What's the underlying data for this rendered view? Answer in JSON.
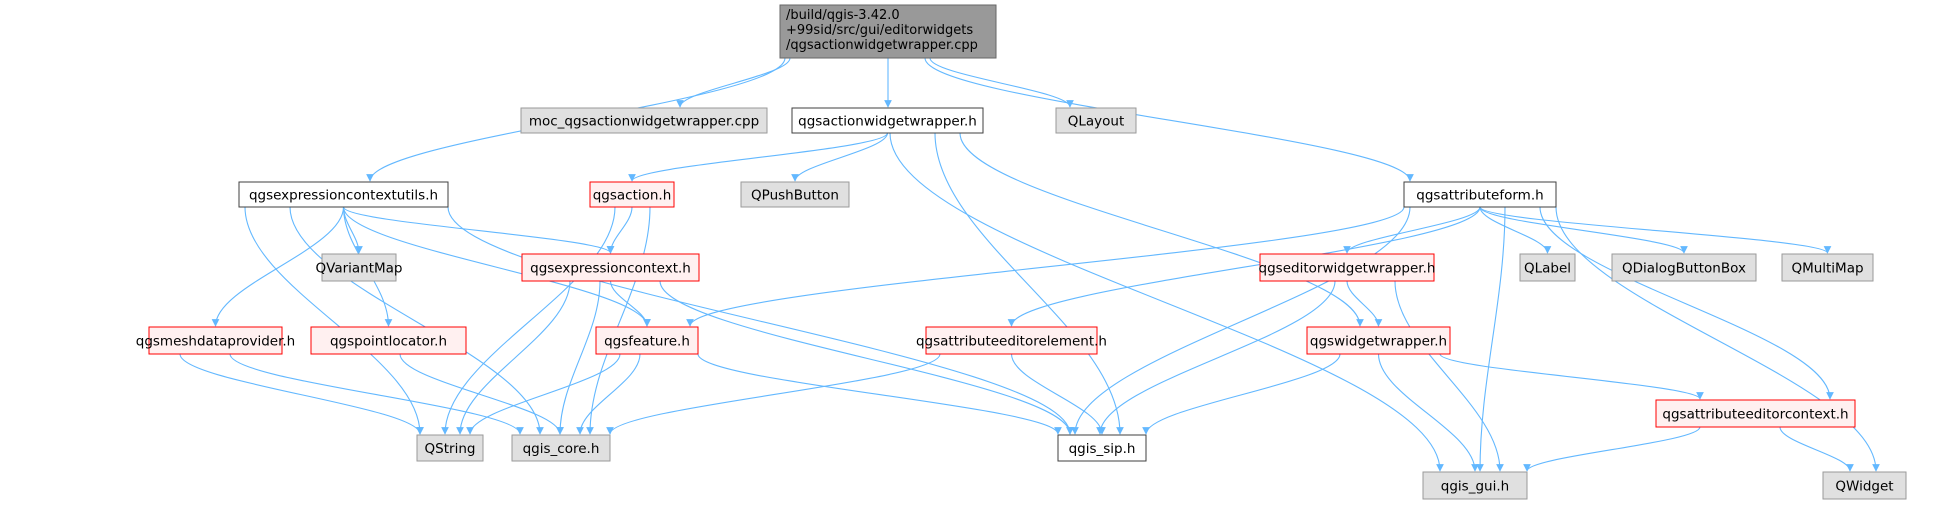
{
  "colors": {
    "edge": "#63b8ff",
    "box_fill_default": "#ffffff",
    "box_stroke_default": "#3f3f3f",
    "box_fill_external": "#e0e0e0",
    "box_stroke_external": "#999999",
    "box_fill_truncated": "#fff0f0",
    "box_stroke_truncated": "#ff0000",
    "box_fill_root": "#999999",
    "box_stroke_root": "#666666"
  },
  "nodes": [
    {
      "id": "root",
      "style": "root",
      "lines": [
        "/build/qgis-3.42.0",
        "+99sid/src/gui/editorwidgets",
        "/qgsactionwidgetwrapper.cpp"
      ]
    },
    {
      "id": "moc",
      "style": "external",
      "lines": [
        "moc_qgsactionwidgetwrapper.cpp"
      ]
    },
    {
      "id": "awwh",
      "style": "default",
      "lines": [
        "qgsactionwidgetwrapper.h"
      ]
    },
    {
      "id": "qlayout",
      "style": "external",
      "lines": [
        "QLayout"
      ]
    },
    {
      "id": "ecu",
      "style": "default",
      "lines": [
        "qgsexpressioncontextutils.h"
      ]
    },
    {
      "id": "action",
      "style": "truncated",
      "lines": [
        "qgsaction.h"
      ]
    },
    {
      "id": "qpush",
      "style": "external",
      "lines": [
        "QPushButton"
      ]
    },
    {
      "id": "attrform",
      "style": "default",
      "lines": [
        "qgsattributeform.h"
      ]
    },
    {
      "id": "qvariantmap",
      "style": "external",
      "lines": [
        "QVariantMap"
      ]
    },
    {
      "id": "exprctx",
      "style": "truncated",
      "lines": [
        "qgsexpressioncontext.h"
      ]
    },
    {
      "id": "editww",
      "style": "truncated",
      "lines": [
        "qgseditorwidgetwrapper.h"
      ]
    },
    {
      "id": "qlabel",
      "style": "external",
      "lines": [
        "QLabel"
      ]
    },
    {
      "id": "qdbb",
      "style": "external",
      "lines": [
        "QDialogButtonBox"
      ]
    },
    {
      "id": "qmultimap",
      "style": "external",
      "lines": [
        "QMultiMap"
      ]
    },
    {
      "id": "mesh",
      "style": "truncated",
      "lines": [
        "qgsmeshdataprovider.h"
      ]
    },
    {
      "id": "pointloc",
      "style": "truncated",
      "lines": [
        "qgspointlocator.h"
      ]
    },
    {
      "id": "feature",
      "style": "truncated",
      "lines": [
        "qgsfeature.h"
      ]
    },
    {
      "id": "attreditel",
      "style": "truncated",
      "lines": [
        "qgsattributeeditorelement.h"
      ]
    },
    {
      "id": "widgetwrap",
      "style": "truncated",
      "lines": [
        "qgswidgetwrapper.h"
      ]
    },
    {
      "id": "attreditctx",
      "style": "truncated",
      "lines": [
        "qgsattributeeditorcontext.h"
      ]
    },
    {
      "id": "qstring",
      "style": "external",
      "lines": [
        "QString"
      ]
    },
    {
      "id": "qgiscore",
      "style": "external",
      "lines": [
        "qgis_core.h"
      ]
    },
    {
      "id": "qgissip",
      "style": "default",
      "lines": [
        "qgis_sip.h"
      ]
    },
    {
      "id": "qgisgui",
      "style": "external",
      "lines": [
        "qgis_gui.h"
      ]
    },
    {
      "id": "qwidget",
      "style": "external",
      "lines": [
        "QWidget"
      ]
    }
  ],
  "edges": [
    {
      "from": "root",
      "to": "ecu"
    },
    {
      "from": "root",
      "to": "moc"
    },
    {
      "from": "root",
      "to": "awwh"
    },
    {
      "from": "root",
      "to": "qlayout"
    },
    {
      "from": "root",
      "to": "attrform"
    },
    {
      "from": "awwh",
      "to": "action"
    },
    {
      "from": "awwh",
      "to": "qpush"
    },
    {
      "from": "awwh",
      "to": "qgissip"
    },
    {
      "from": "awwh",
      "to": "qgisgui"
    },
    {
      "from": "awwh",
      "to": "widgetwrap"
    },
    {
      "from": "ecu",
      "to": "qstring"
    },
    {
      "from": "ecu",
      "to": "mesh"
    },
    {
      "from": "ecu",
      "to": "pointloc"
    },
    {
      "from": "ecu",
      "to": "qgiscore"
    },
    {
      "from": "ecu",
      "to": "qvariantmap"
    },
    {
      "from": "ecu",
      "to": "exprctx"
    },
    {
      "from": "ecu",
      "to": "feature"
    },
    {
      "from": "ecu",
      "to": "qgissip"
    },
    {
      "from": "action",
      "to": "exprctx"
    },
    {
      "from": "action",
      "to": "qstring"
    },
    {
      "from": "action",
      "to": "qgiscore"
    },
    {
      "from": "exprctx",
      "to": "feature"
    },
    {
      "from": "exprctx",
      "to": "qstring"
    },
    {
      "from": "exprctx",
      "to": "qgiscore"
    },
    {
      "from": "exprctx",
      "to": "qgissip"
    },
    {
      "from": "feature",
      "to": "qstring"
    },
    {
      "from": "feature",
      "to": "qgiscore"
    },
    {
      "from": "feature",
      "to": "qgissip"
    },
    {
      "from": "mesh",
      "to": "qstring"
    },
    {
      "from": "mesh",
      "to": "qgiscore"
    },
    {
      "from": "pointloc",
      "to": "qgiscore"
    },
    {
      "from": "attrform",
      "to": "feature"
    },
    {
      "from": "attrform",
      "to": "qgissip"
    },
    {
      "from": "attrform",
      "to": "attreditel"
    },
    {
      "from": "attrform",
      "to": "editww"
    },
    {
      "from": "attrform",
      "to": "qgisgui"
    },
    {
      "from": "attrform",
      "to": "qlabel"
    },
    {
      "from": "attrform",
      "to": "qdbb"
    },
    {
      "from": "attrform",
      "to": "qmultimap"
    },
    {
      "from": "attrform",
      "to": "attreditctx"
    },
    {
      "from": "attrform",
      "to": "qwidget"
    },
    {
      "from": "attreditel",
      "to": "qgiscore"
    },
    {
      "from": "attreditel",
      "to": "qgissip"
    },
    {
      "from": "editww",
      "to": "widgetwrap"
    },
    {
      "from": "editww",
      "to": "qgissip"
    },
    {
      "from": "editww",
      "to": "qgisgui"
    },
    {
      "from": "widgetwrap",
      "to": "qgissip"
    },
    {
      "from": "widgetwrap",
      "to": "qgisgui"
    },
    {
      "from": "widgetwrap",
      "to": "attreditctx"
    },
    {
      "from": "attreditctx",
      "to": "qgisgui"
    },
    {
      "from": "attreditctx",
      "to": "qwidget"
    }
  ]
}
